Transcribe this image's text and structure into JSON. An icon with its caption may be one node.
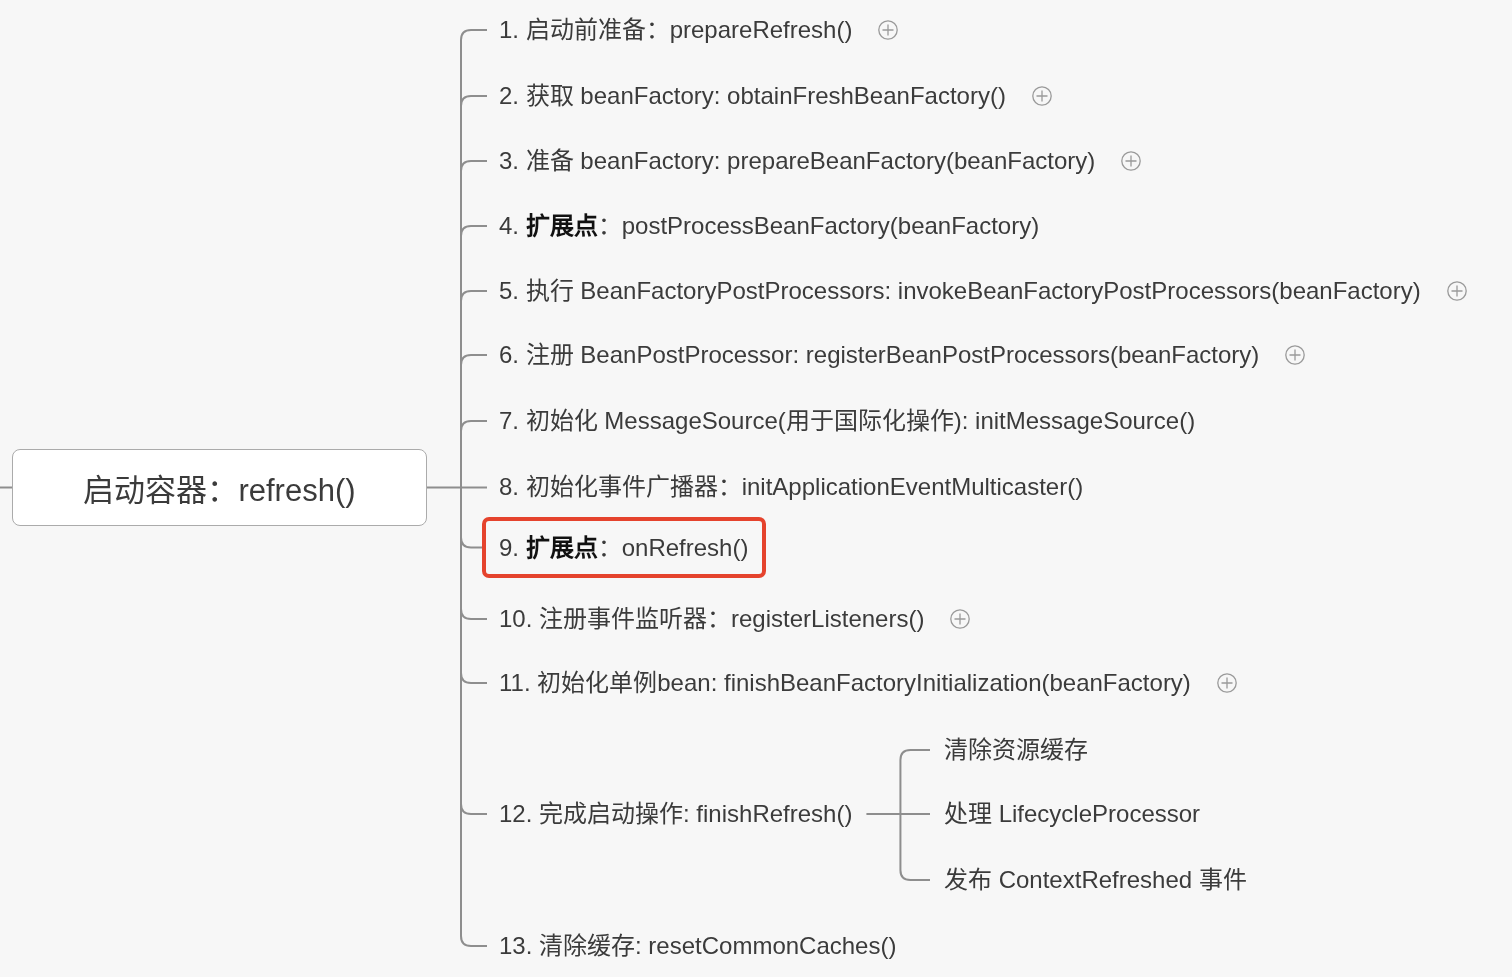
{
  "diagram": {
    "nodes": [
      {
        "text": [
          "启动容器：refresh()"
        ]
      },
      {
        "text": [
          "1. 启动前准备：prepareRefresh()"
        ]
      },
      {
        "text": [
          "2. 获取 beanFactory: obtainFreshBeanFactory()"
        ]
      },
      {
        "text": [
          "3. 准备 beanFactory: prepareBeanFactory(beanFactory)"
        ]
      },
      {
        "text": [
          "4. **扩展点**：postProcessBeanFactory(beanFactory)"
        ]
      },
      {
        "text": [
          "5. 执行 BeanFactoryPostProcessors: invokeBeanFactoryPostProcessors(beanFactory)"
        ]
      },
      {
        "text": [
          "6. 注册 BeanPostProcessor: registerBeanPostProcessors(beanFactory)"
        ]
      },
      {
        "text": [
          "7. 初始化 MessageSource(用于国际化操作): initMessageSource()"
        ]
      },
      {
        "text": [
          "8. 初始化事件广播器：initApplicationEventMulticaster()"
        ]
      },
      {
        "text": [
          "9. **扩展点**：onRefresh()"
        ]
      },
      {
        "text": [
          "10. 注册事件监听器：registerListeners()"
        ]
      },
      {
        "text": [
          "11. 初始化单例bean: finishBeanFactoryInitialization(beanFactory)"
        ]
      },
      {
        "text": [
          "12. 完成启动操作: finishRefresh()"
        ]
      },
      {
        "text": [
          "清除资源缓存"
        ]
      },
      {
        "text": [
          "处理 LifecycleProcessor"
        ]
      },
      {
        "text": [
          "发布 ContextRefreshed 事件"
        ]
      },
      {
        "text": [
          "13. 清除缓存: resetCommonCaches()"
        ]
      }
    ],
    "edges": [
      {
        "from": null,
        "to": 0,
        "arrow": "none"
      },
      {
        "from": 0,
        "to": 1,
        "arrow": "none"
      },
      {
        "from": 0,
        "to": 2,
        "arrow": "none"
      },
      {
        "from": 0,
        "to": 3,
        "arrow": "none"
      },
      {
        "from": 0,
        "to": 4,
        "arrow": "none"
      },
      {
        "from": 0,
        "to": 5,
        "arrow": "none"
      },
      {
        "from": 0,
        "to": 6,
        "arrow": "none"
      },
      {
        "from": 0,
        "to": 7,
        "arrow": "none"
      },
      {
        "from": 0,
        "to": 8,
        "arrow": "none"
      },
      {
        "from": 0,
        "to": 9,
        "arrow": "none"
      },
      {
        "from": 0,
        "to": 10,
        "arrow": "none"
      },
      {
        "from": 0,
        "to": 11,
        "arrow": "none"
      },
      {
        "from": 0,
        "to": 12,
        "arrow": "none"
      },
      {
        "from": 12,
        "to": 13,
        "arrow": "none"
      },
      {
        "from": 12,
        "to": 14,
        "arrow": "none"
      },
      {
        "from": 12,
        "to": 15,
        "arrow": "none"
      },
      {
        "from": 0,
        "to": 16,
        "arrow": "none"
      }
    ]
  }
}
